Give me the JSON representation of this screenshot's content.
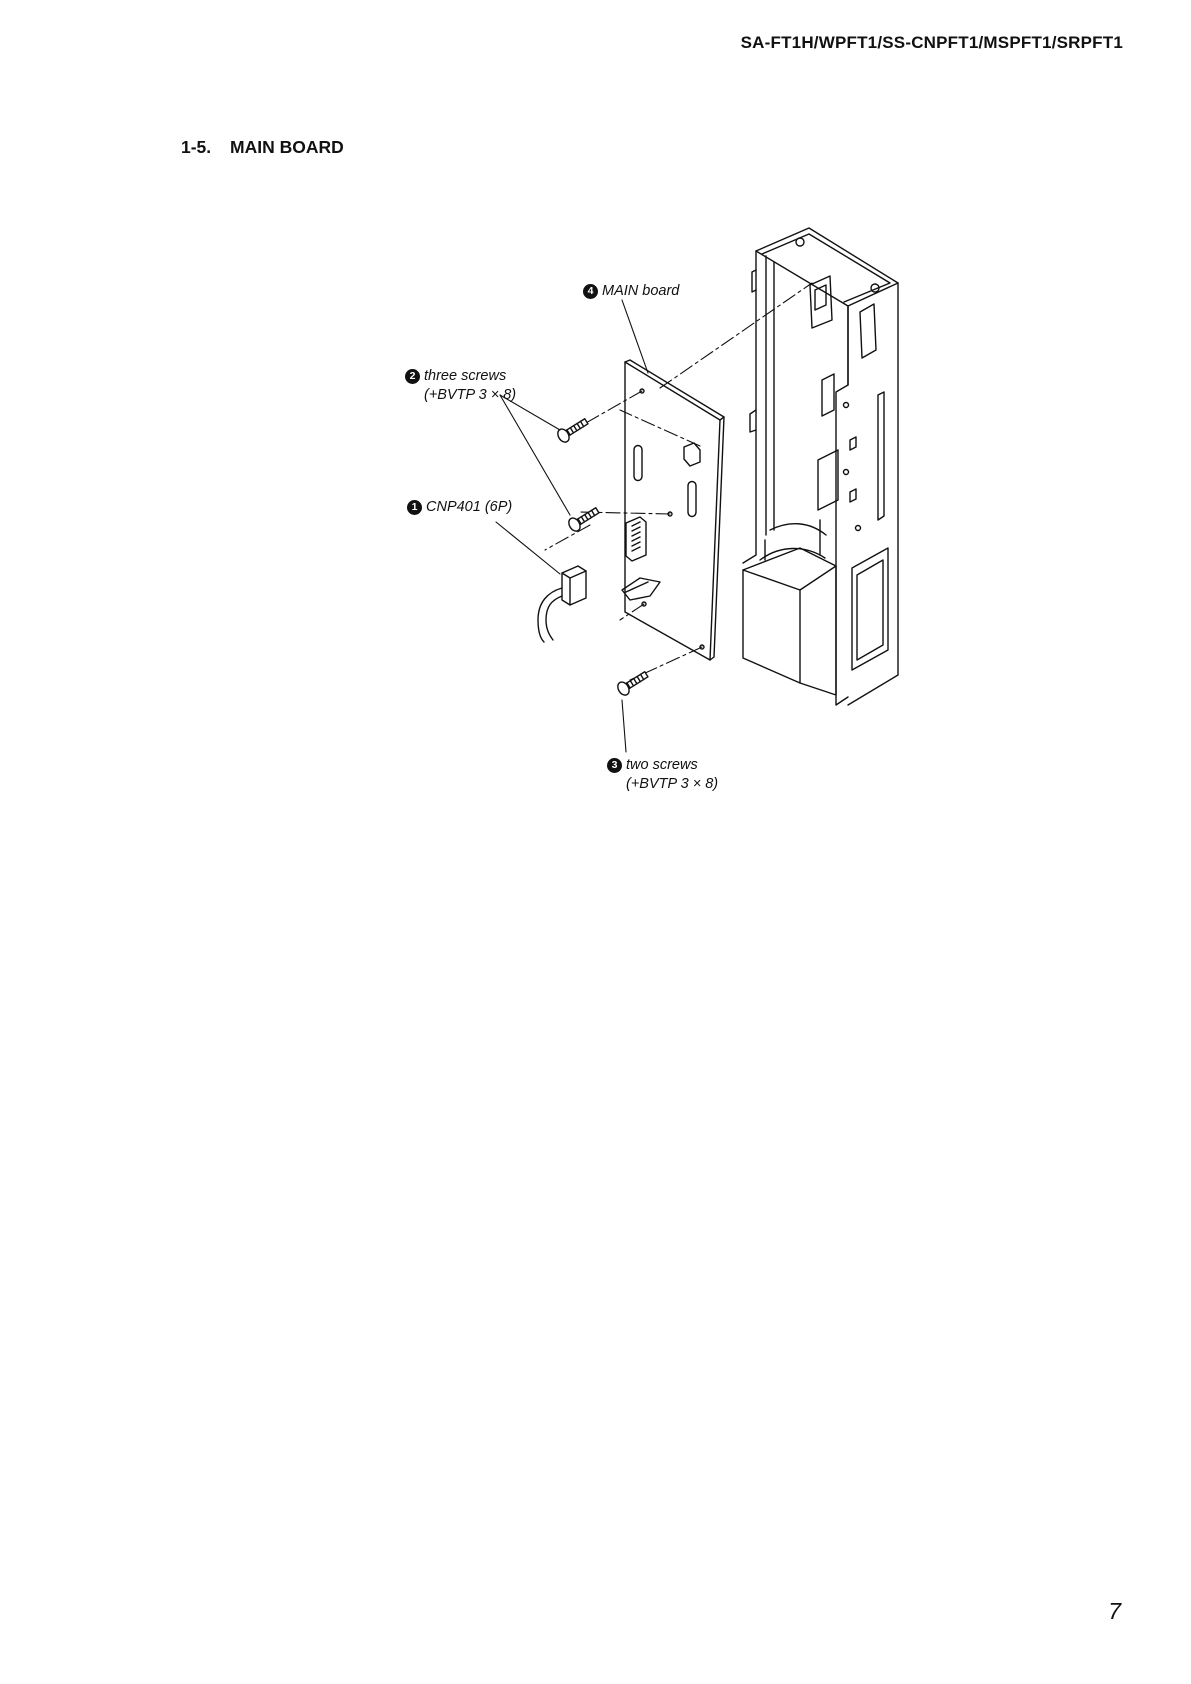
{
  "header": {
    "model": "SA-FT1H/WPFT1/SS-CNPFT1/MSPFT1/SRPFT1"
  },
  "section": {
    "number": "1-5.",
    "title": "MAIN BOARD"
  },
  "callouts": [
    {
      "step": "4",
      "text": "MAIN board",
      "sub": ""
    },
    {
      "step": "2",
      "text": "three screws",
      "sub": "(+BVTP 3 × 8)"
    },
    {
      "step": "1",
      "text": "CNP401 (6P)",
      "sub": ""
    },
    {
      "step": "3",
      "text": "two screws",
      "sub": "(+BVTP 3 × 8)"
    }
  ],
  "footer": {
    "page_number": "7"
  }
}
